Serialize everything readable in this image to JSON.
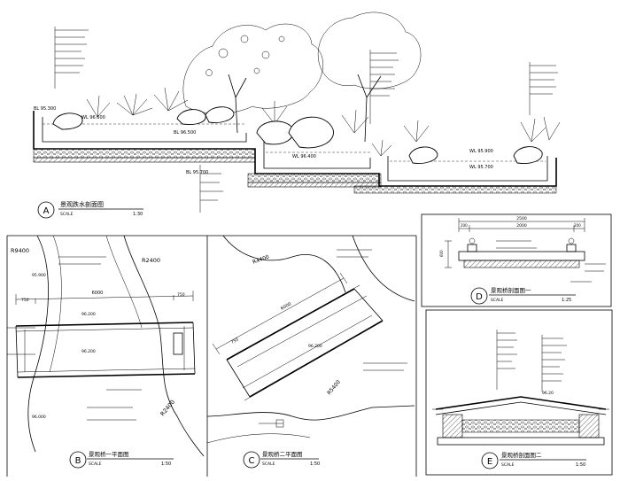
{
  "drawings": {
    "a": {
      "circle": "A",
      "title": "景观跌水剖面图",
      "scale_word": "SCALE",
      "scale_value": "1:30",
      "levels": [
        "WL 96.600",
        "WL 96.400",
        "WL 95.900",
        "WL 95.700",
        "BL 96.500",
        "BL 95.700",
        "BL 95.300"
      ]
    },
    "b": {
      "circle": "B",
      "title": "景观桥一平面图",
      "scale_word": "SCALE",
      "scale_value": "1:50",
      "radius_1": "R9400",
      "radius_2": "R2400",
      "radius_3": "R2400",
      "dim_top": "6000",
      "dim_left": "750",
      "dim_right": "750",
      "level_1": "95.900",
      "level_2": "96.200",
      "level_3": "96.200",
      "level_4": "96.000"
    },
    "c": {
      "circle": "C",
      "title": "景观桥二平面图",
      "scale_word": "SCALE",
      "scale_value": "1:50",
      "radius_1": "R4400",
      "radius_2": "R5400",
      "dim_top": "6000",
      "dim_left": "750",
      "level_1": "96.200"
    },
    "d": {
      "circle": "D",
      "title": "景观桥剖面图一",
      "scale_word": "SCALE",
      "scale_value": "1:25",
      "dim_total": "2500",
      "dim_left": "200",
      "dim_mid": "2000",
      "dim_right": "200",
      "dim_height": "600"
    },
    "e": {
      "circle": "E",
      "title": "景观桥剖面图二",
      "scale_word": "SCALE",
      "scale_value": "1:50",
      "level": "96.20"
    }
  }
}
